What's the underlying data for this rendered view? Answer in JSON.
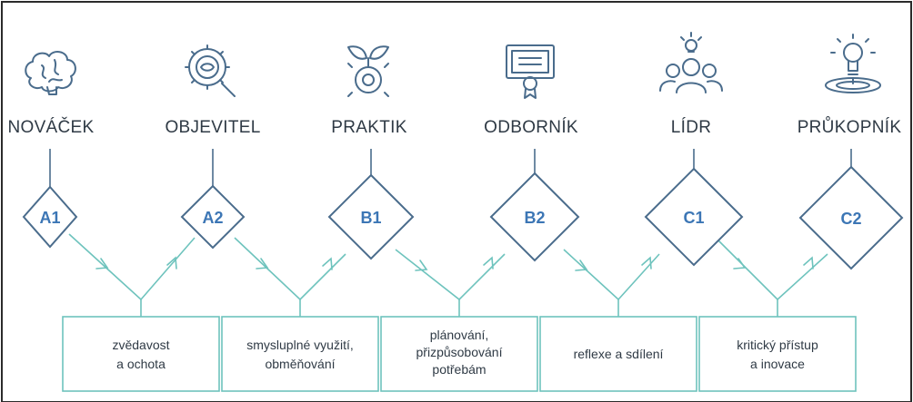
{
  "stages": [
    {
      "label": "NOVÁČEK",
      "level": "A1",
      "icon": "brain-icon"
    },
    {
      "label": "OBJEVITEL",
      "level": "A2",
      "icon": "gear-magnifier-icon"
    },
    {
      "label": "PRAKTIK",
      "level": "B1",
      "icon": "plant-gear-icon"
    },
    {
      "label": "ODBORNÍK",
      "level": "B2",
      "icon": "certificate-icon"
    },
    {
      "label": "LÍDR",
      "level": "C1",
      "icon": "team-lightbulb-icon"
    },
    {
      "label": "PRŮKOPNÍK",
      "level": "C2",
      "icon": "lightbulb-target-icon"
    }
  ],
  "transitions": [
    {
      "lines": [
        "zvědavost",
        "a ochota"
      ]
    },
    {
      "lines": [
        "smysluplné využití,",
        "obměňování"
      ]
    },
    {
      "lines": [
        "plánování,",
        "přizpůsobování",
        "potřebám"
      ]
    },
    {
      "lines": [
        "reflexe a sdílení"
      ]
    },
    {
      "lines": [
        "kritický přístup",
        "a inovace"
      ]
    }
  ],
  "colors": {
    "icon": "#4a6c8c",
    "level_text": "#3c76b5",
    "connector": "#6ec3bd",
    "label": "#2f3a45"
  }
}
